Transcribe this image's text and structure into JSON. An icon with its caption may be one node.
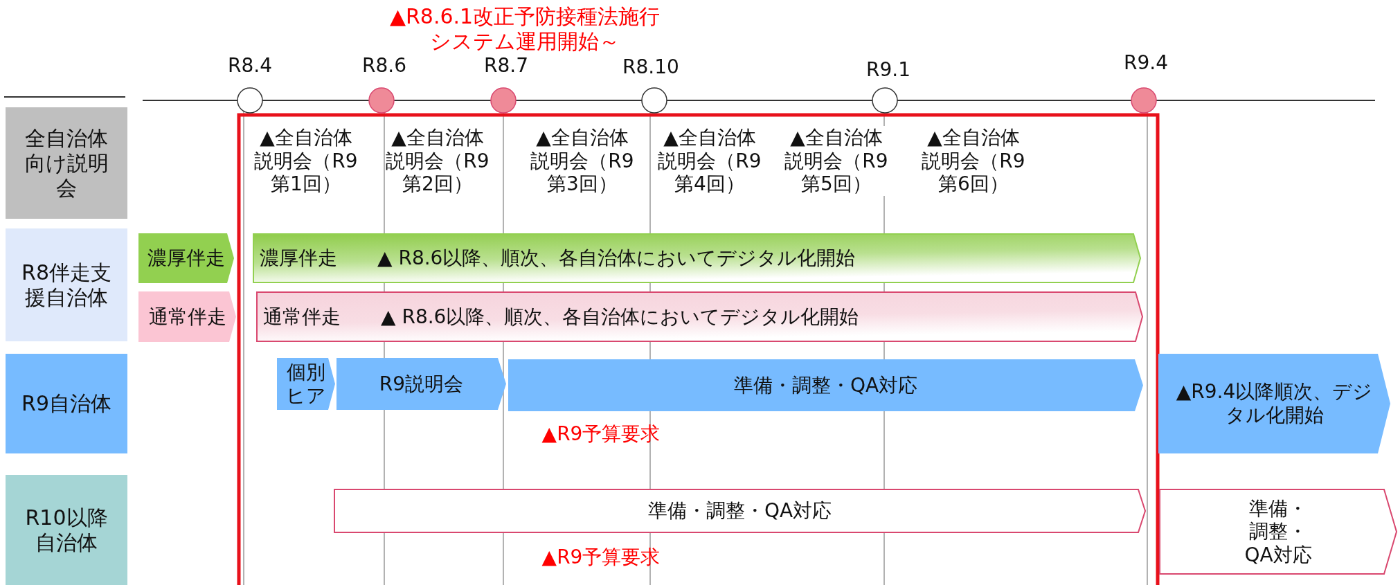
{
  "diagram": {
    "nodes": [
      {
        "text": [
          "全自治体向け説明会"
        ]
      },
      {
        "text": [
          "R8伴走支援自治体"
        ]
      },
      {
        "text": [
          "R9自治体"
        ]
      },
      {
        "text": [
          "R10以降自治体"
        ]
      },
      {
        "text": [
          "濃厚伴走"
        ]
      },
      {
        "text": [
          "濃厚伴走",
          "▲ R8.6以降、順次、各自治体においてデジタル化開始"
        ]
      },
      {
        "text": [
          "通常伴走"
        ]
      },
      {
        "text": [
          "通常伴走",
          "▲ R8.6以降、順次、各自治体においてデジタル化開始"
        ]
      },
      {
        "text": [
          "個別ヒア"
        ]
      },
      {
        "text": [
          "R9説明会"
        ]
      },
      {
        "text": [
          "準備・調整・QA対応"
        ]
      },
      {
        "text": [
          "▲R9.4以降順次、デジタル化開始"
        ]
      },
      {
        "text": [
          "準備・調整・QA対応"
        ]
      },
      {
        "text": [
          "準備・調整・QA対応"
        ]
      }
    ],
    "labels": [
      "▲R8.6.1改正予防接種法施行システム運用開始～",
      "R8.4",
      "R8.6",
      "R8.7",
      "R8.10",
      "R9.1",
      "R9.4",
      "▲全自治体説明会（R9第1回）",
      "▲全自治体説明会（R9第2回）",
      "▲全自治体説明会（R9第3回）",
      "▲全自治体説明会（R9第4回）",
      "▲全自治体説明会（R9第5回）",
      "▲全自治体説明会（R9第6回）",
      "▲R9予算要求",
      "▲R9予算要求"
    ]
  }
}
